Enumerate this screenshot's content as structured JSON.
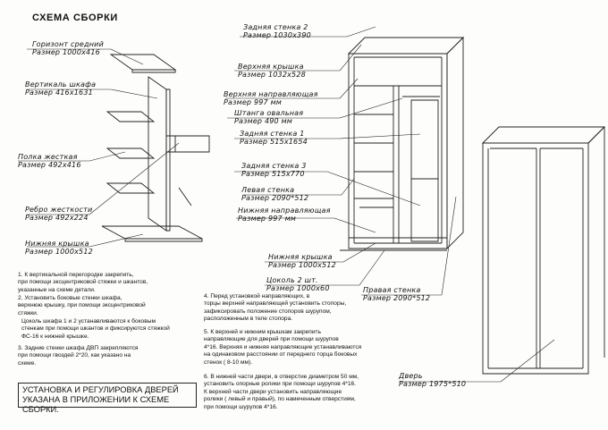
{
  "title": "СХЕМА СБОРКИ",
  "parts_left": [
    {
      "name": "Горизонт средний",
      "size": "Размер 1000х416"
    },
    {
      "name": "Вертикаль шкафа",
      "size": "Размер 416х1631"
    },
    {
      "name": "Полка жесткая",
      "size": "Размер 492х416"
    },
    {
      "name": "Ребро жесткости",
      "size": "Размер 492х224"
    },
    {
      "name": "Нижняя крышка",
      "size": "Размер 1000х512"
    }
  ],
  "parts_right": [
    {
      "name": "Задняя стенка 2",
      "size": "Размер 1030х390"
    },
    {
      "name": "Верхняя крышка",
      "size": "Размер 1032х528"
    },
    {
      "name": "Верхняя направляющая",
      "size": "Размер 997 мм"
    },
    {
      "name": "Штанга овальная",
      "size": "Размер 490 мм"
    },
    {
      "name": "Задняя стенка 1",
      "size": "Размер 515х1654"
    },
    {
      "name": "Задняя стенка 3",
      "size": "Размер 515х770"
    },
    {
      "name": "Левая стенка",
      "size": "Размер 2090*512"
    },
    {
      "name": "Нижняя направляющая",
      "size": "Размер 997 мм"
    },
    {
      "name": "Нижняя крышка",
      "size": "Размер 1000х512"
    },
    {
      "name": "Цоколь 2 шт.",
      "size": "Размер 1000х60"
    },
    {
      "name": "Правая стенка",
      "size": "Размер 2090*512"
    },
    {
      "name": "Дверь",
      "size": "Размер 1975*510"
    }
  ],
  "steps_left": [
    "1. К вертикальной перегородке закрепить,\nпри помощи эксцентриковой стяжки и шкантов,\nуказанные на схеме детали.",
    "2. Установить боковые стенки шкафа,\nверхнюю крышку, при помощи эксцентриковой\nстяжки.",
    "Цоколь шкафа 1 и 2 устанавливаются к боковым\nстенкам при помощи шкантов и фиксируются стяжкой\nФС-16 к нижней крышке.",
    "3. Задние стенки шкафа ДВП закрепляются\nпри помощи гвоздей 2*20, как указано на\nсхеме."
  ],
  "steps_right": [
    "4. Перед установкой направляющих, в\nторцы верхней направляющей установить стопоры,\nзафиксировать положение стопоров шурупом,\nрасположенным в теле стопора.",
    "5. К верхней и нижним крышкам закрепить\nнаправляющие для дверей при помощи шурупов\n4*16. Верхняя и нижняя направляющие устанавливаются\nна одинаковом  расстоянии от переднего торца боковых\nстенок ( 8-10 мм).",
    "6. В нижней части двери, в отверстие диаметром 50 мм,\nустановить опорные ролики при помощи шурупов 4*16.\nК верхней части двери установить направляющие\nролики ( левый и правый), по намеченным отверстиям,\nпри помощи шурупов 4*16."
  ],
  "note": "УСТАНОВКА И РЕГУЛИРОВКА ДВЕРЕЙ\nУКАЗАНА В ПРИЛОЖЕНИИ К СХЕМЕ СБОРКИ."
}
